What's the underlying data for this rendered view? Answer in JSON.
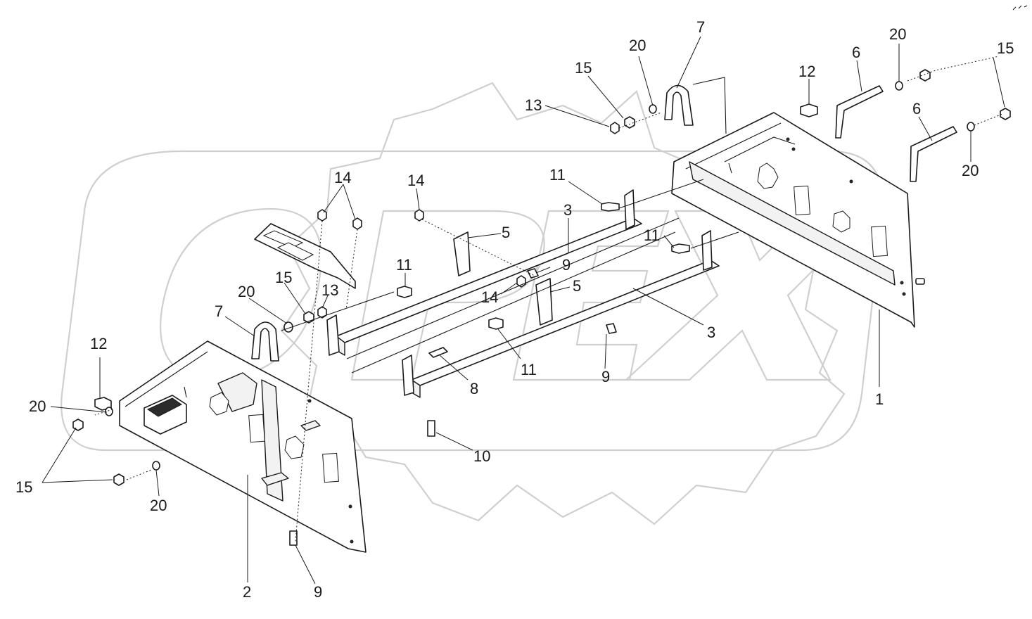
{
  "callouts": [
    {
      "id": "c20a",
      "text": "20"
    },
    {
      "id": "c7a",
      "text": "7"
    },
    {
      "id": "c15a",
      "text": "15"
    },
    {
      "id": "c13a",
      "text": "13"
    },
    {
      "id": "c20b",
      "text": "20"
    },
    {
      "id": "c15b",
      "text": "15"
    },
    {
      "id": "c12a",
      "text": "12"
    },
    {
      "id": "c6a",
      "text": "6"
    },
    {
      "id": "c6b",
      "text": "6"
    },
    {
      "id": "c20c",
      "text": "20"
    },
    {
      "id": "c11a",
      "text": "11"
    },
    {
      "id": "c14a",
      "text": "14"
    },
    {
      "id": "c14b",
      "text": "14"
    },
    {
      "id": "c3a",
      "text": "3"
    },
    {
      "id": "c5a",
      "text": "5"
    },
    {
      "id": "c11b",
      "text": "11"
    },
    {
      "id": "c11c",
      "text": "11"
    },
    {
      "id": "c9a",
      "text": "9"
    },
    {
      "id": "c14c",
      "text": "14"
    },
    {
      "id": "c5b",
      "text": "5"
    },
    {
      "id": "c20d",
      "text": "20"
    },
    {
      "id": "c15c",
      "text": "15"
    },
    {
      "id": "c13b",
      "text": "13"
    },
    {
      "id": "c7b",
      "text": "7"
    },
    {
      "id": "c3b",
      "text": "3"
    },
    {
      "id": "c12b",
      "text": "12"
    },
    {
      "id": "c11d",
      "text": "11"
    },
    {
      "id": "c9b",
      "text": "9"
    },
    {
      "id": "c8",
      "text": "8"
    },
    {
      "id": "c1",
      "text": "1"
    },
    {
      "id": "c20e",
      "text": "20"
    },
    {
      "id": "c10",
      "text": "10"
    },
    {
      "id": "c15d",
      "text": "15"
    },
    {
      "id": "c20f",
      "text": "20"
    },
    {
      "id": "c2",
      "text": "2"
    },
    {
      "id": "c9c",
      "text": "9"
    }
  ]
}
